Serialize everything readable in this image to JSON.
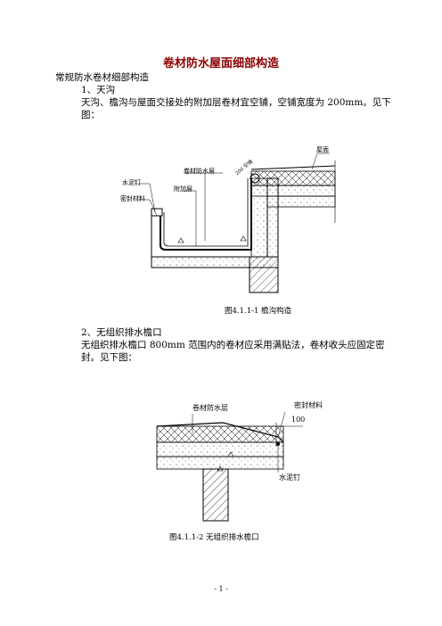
{
  "doc": {
    "title": "卷材防水屋面细部构造",
    "intro": "常规防水卷材细部构造",
    "s1_heading": "1、天沟",
    "s1_line1": "天沟、檐沟与屋面交接处的附加层卷材宜空铺，空铺宽度为 200mm。见下",
    "s1_line2": "图：",
    "s2_heading": "2、无组织排水檐口",
    "s2_line1": "无组织排水檐口 800mm 范围内的卷材应采用满贴法，卷材收头应固定密",
    "s2_line2": "封。见下图：",
    "page_number": "- 1 -"
  },
  "fig1": {
    "caption": "图4.1.1-1    檐沟构造",
    "label_roof": "屋面",
    "label_membrane": "卷材防水层",
    "label_nail": "水泥钉",
    "label_additional": "附加层",
    "label_sealant": "密封材料",
    "label_dim": "200 空铺"
  },
  "fig2": {
    "caption": "图4.1.1-2    无组织排水檐口",
    "label_membrane": "卷材防水层",
    "label_sealant": "密封材料",
    "label_dim": "100",
    "label_nail": "水泥钉"
  }
}
